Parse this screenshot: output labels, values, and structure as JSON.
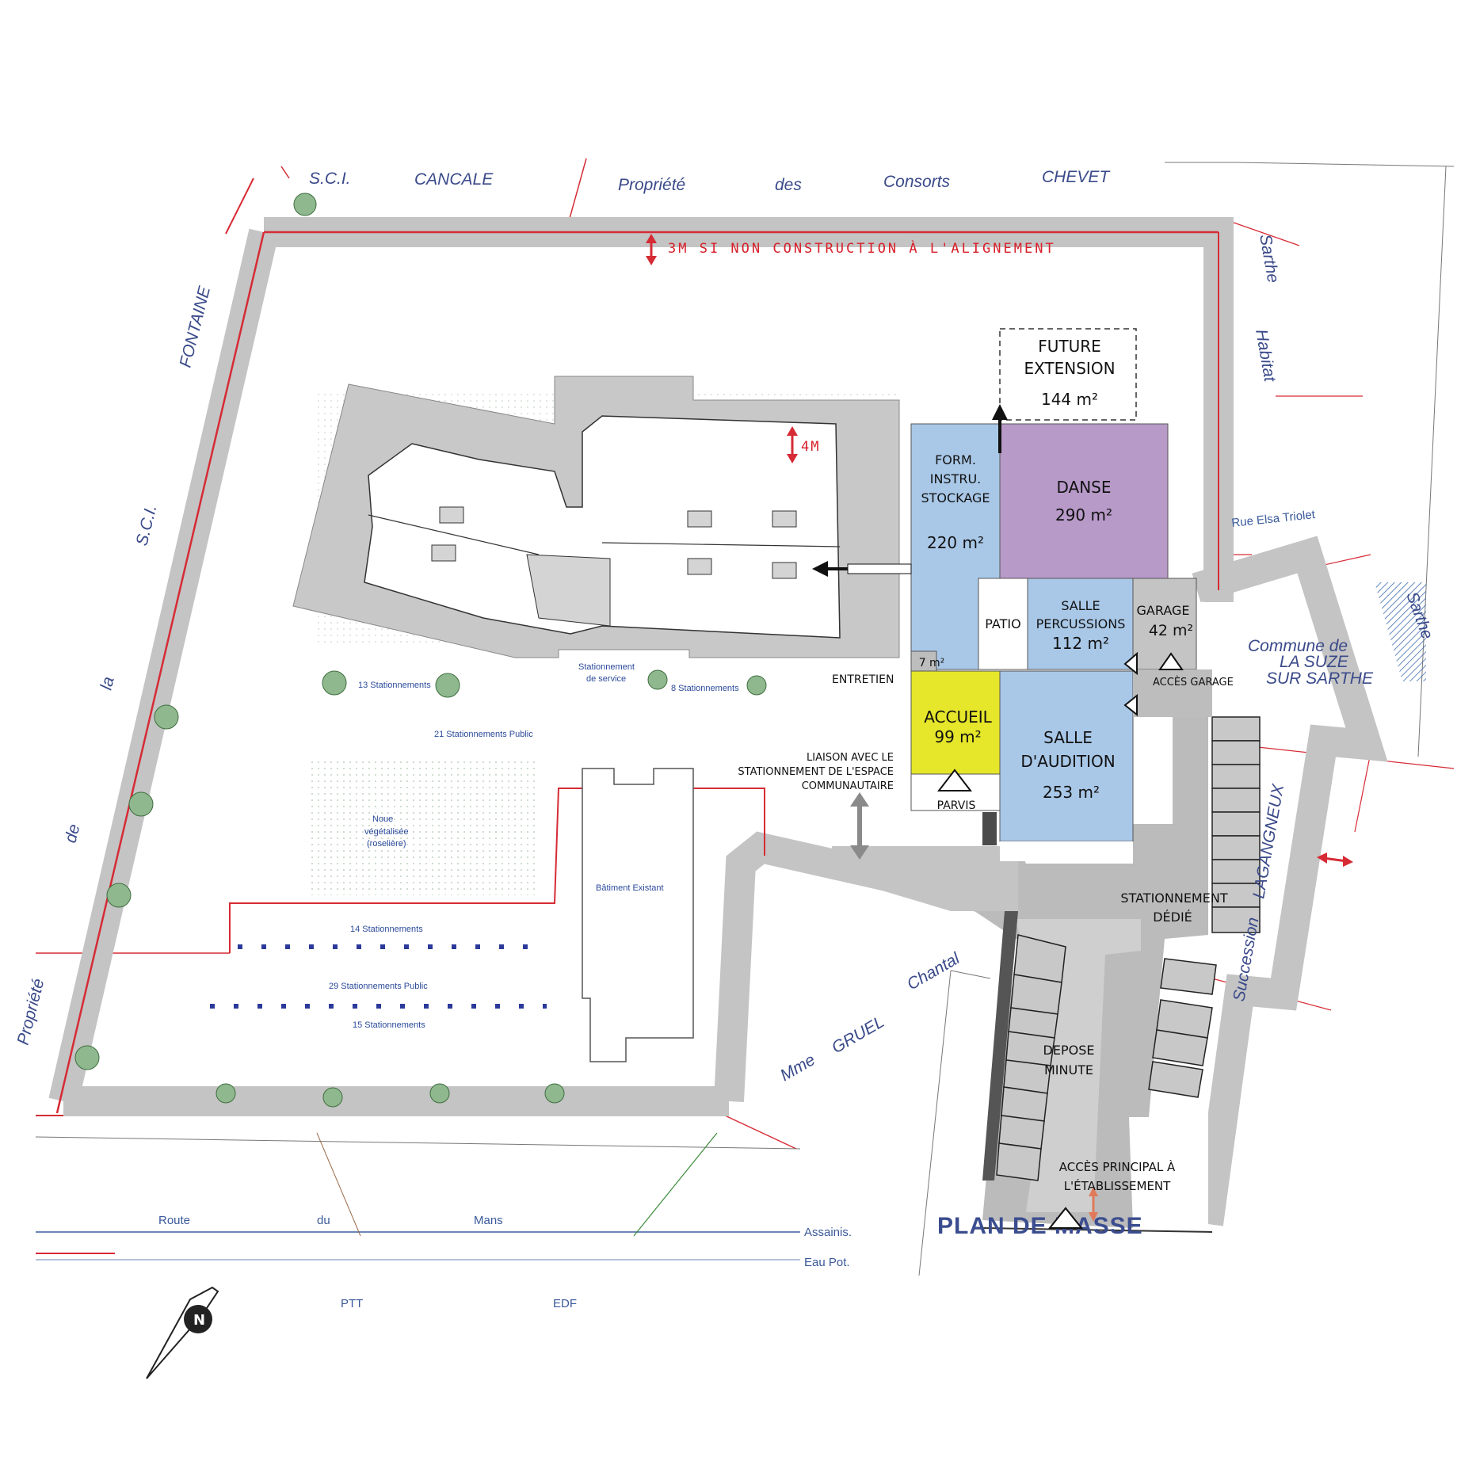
{
  "owners": {
    "sci": "S.C.I.",
    "cancale": "CANCALE",
    "propriete": "Propriété",
    "des": "des",
    "consorts": "Consorts",
    "chevet": "CHEVET",
    "fontaine": "FONTAINE",
    "sci2": "S.C.I.",
    "la": "la",
    "de": "de",
    "propriete2": "Propriété",
    "sarthe": "Sarthe",
    "habitat": "Habitat",
    "sarthe2": "Sarthe",
    "commune1": "Commune de",
    "commune2": "LA SUZE",
    "commune3": "SUR SARTHE",
    "mme": "Mme",
    "gruel": "GRUEL",
    "chantal": "Chantal",
    "succession": "Succession",
    "lagangneux": "LAGANGNEUX",
    "rue": "Rue Elsa Triolet"
  },
  "roads": {
    "route": "Route",
    "du": "du",
    "mans": "Mans",
    "assainis": "Assainis.",
    "eau": "Eau Pot.",
    "ptt": "PTT",
    "edf": "EDF"
  },
  "survey": {
    "p13": "13 Stationnements",
    "service1": "Stationnement",
    "service2": "de service",
    "p8": "8 Stationnements",
    "p21": "21 Stationnements Public",
    "noue1": "Noue",
    "noue2": "végétalisée",
    "noue3": "(roselière)",
    "batiment": "Bâtiment Existant",
    "p14": "14 Stationnements",
    "p29": "29 Stationnements Public",
    "p15": "15 Stationnements"
  },
  "annotations": {
    "setback": "3M SI NON CONSTRUCTION À L'ALIGNEMENT",
    "four_m": "4M"
  },
  "rooms": {
    "future1": "FUTURE",
    "future2": "EXTENSION",
    "future3": "144 m²",
    "form1": "FORM.",
    "form2": "INSTRU.",
    "form3": "STOCKAGE",
    "form4": "220 m²",
    "danse1": "DANSE",
    "danse2": "290 m²",
    "patio": "PATIO",
    "perc1": "SALLE",
    "perc2": "PERCUSSIONS",
    "perc3": "112 m²",
    "garage1": "GARAGE",
    "garage2": "42 m²",
    "entretien_area": "7 m²",
    "entretien": "ENTRETIEN",
    "acces_garage": "ACCÈS GARAGE",
    "accueil1": "ACCUEIL",
    "accueil2": "99 m²",
    "audition1": "SALLE",
    "audition2": "D'AUDITION",
    "audition3": "253 m²",
    "parvis": "PARVIS",
    "liaison1": "LIAISON AVEC LE",
    "liaison2": "STATIONNEMENT DE L'ESPACE",
    "liaison3": "COMMUNAUTAIRE",
    "dedie1": "STATIONNEMENT",
    "dedie2": "DÉDIÉ",
    "depose1": "DEPOSE",
    "depose2": "MINUTE",
    "acces1": "ACCÈS PRINCIPAL À",
    "acces2": "L'ÉTABLISSEMENT"
  },
  "title": "PLAN DE MASSE",
  "compass": "N",
  "colors": {
    "blue": "#a9c8e8",
    "purple": "#b79ac8",
    "yellow": "#e6e62a",
    "band": "#bdbdbd",
    "boundary": "#d62b35",
    "title": "#3b4d8f"
  }
}
